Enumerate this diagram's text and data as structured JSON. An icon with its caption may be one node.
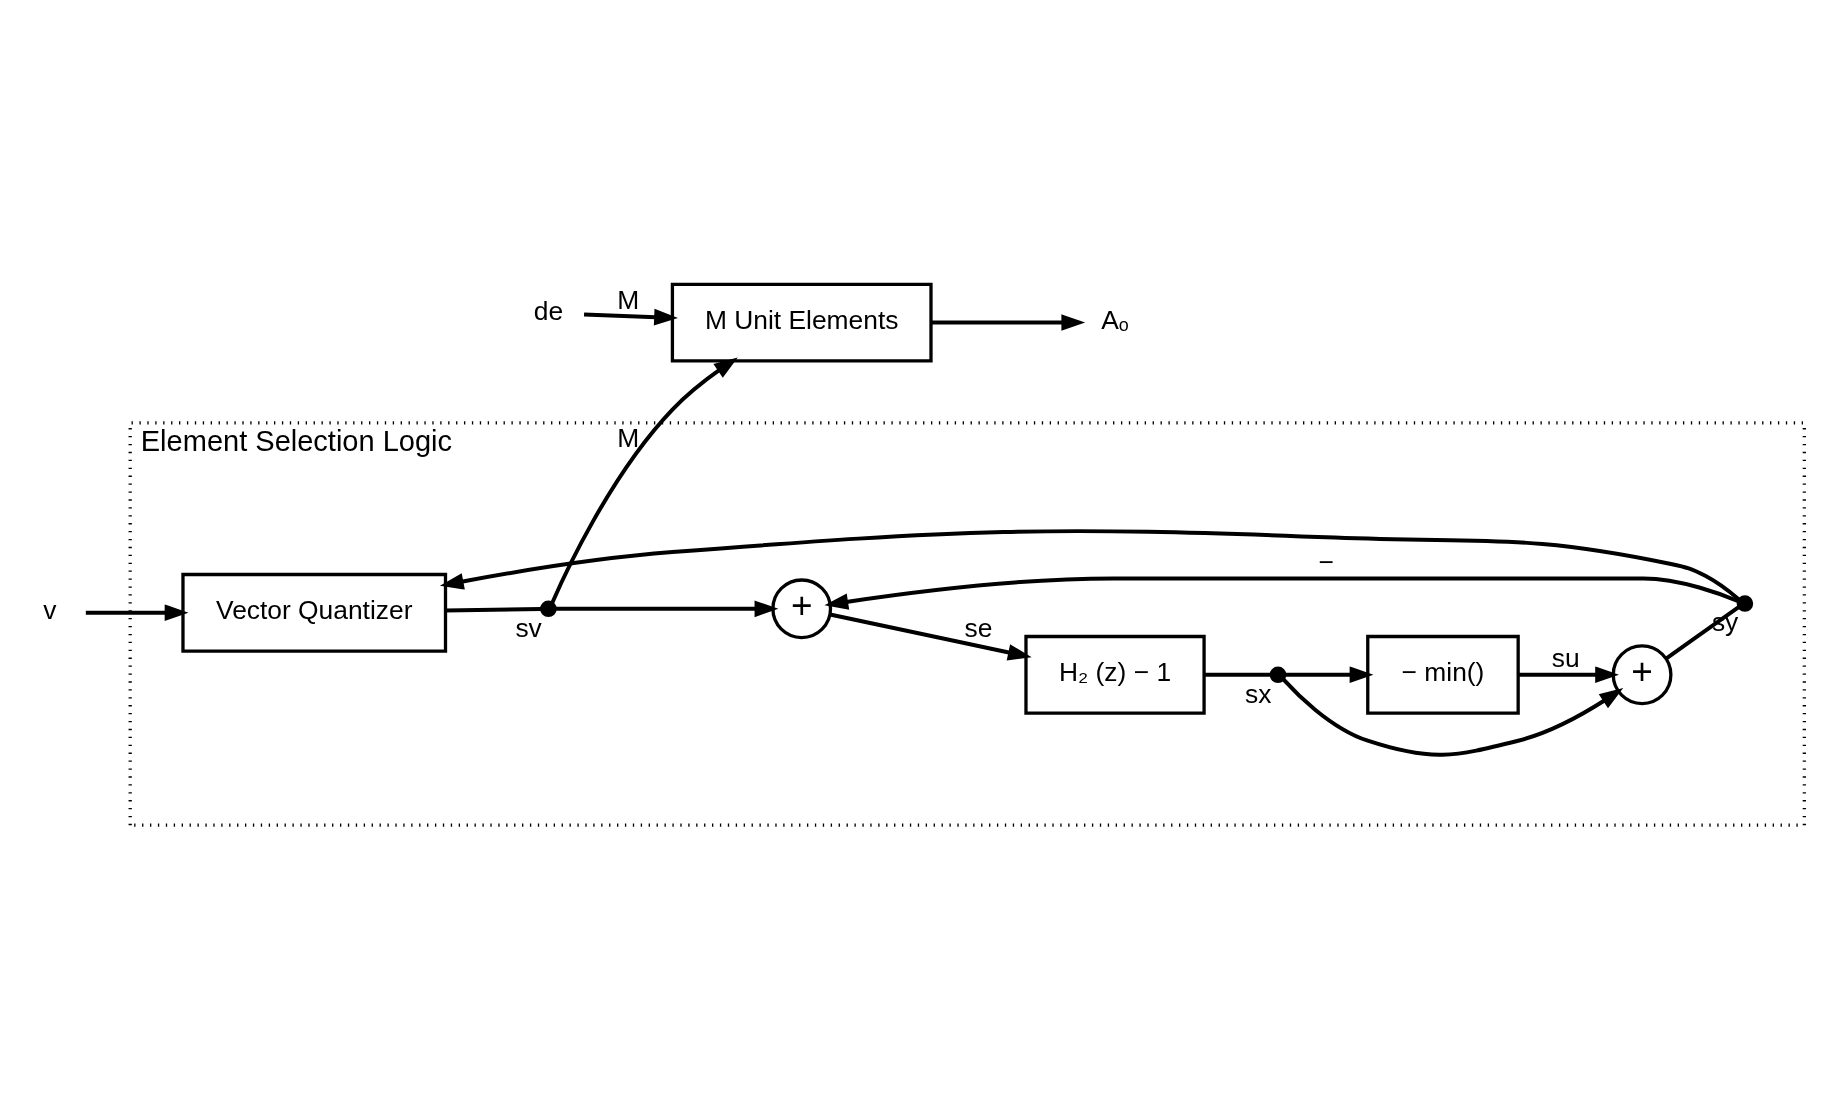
{
  "diagram": {
    "nodes": [
      {
        "text": [
          "Element Selection Logic"
        ]
      },
      {
        "text": [
          "Vector Quantizer"
        ],
        "in": 0
      },
      {
        "text": [
          "+"
        ],
        "in": 0
      },
      {
        "text": [
          "+"
        ],
        "in": 0
      },
      {
        "text": [
          "H₂ (z) − 1"
        ],
        "in": 0
      },
      {
        "text": [
          "− min()"
        ],
        "in": 0
      },
      {
        "text": [
          "M Unit Elements"
        ]
      },
      {
        "text": [],
        "shape": "circle",
        "in": 0,
        "beside": [
          "sy"
        ]
      },
      {
        "text": [],
        "shape": "circle",
        "in": 0,
        "beside": [
          "sv"
        ]
      },
      {
        "text": [],
        "shape": "circle",
        "in": 0,
        "beside": [
          "sx"
        ]
      },
      {
        "text": [
          "v"
        ]
      },
      {
        "text": [
          "de"
        ]
      },
      {
        "text": [
          "Aₒ"
        ]
      }
    ],
    "edges": [
      {
        "from": 10,
        "to": 1,
        "arrow": "to"
      },
      {
        "from": 2,
        "to": 7,
        "arrow": "none"
      },
      {
        "from": 7,
        "to": 1,
        "arrow": "to"
      },
      {
        "from": 7,
        "to": 3,
        "arrow": "to",
        "label": "−"
      },
      {
        "from": 1,
        "to": 8,
        "arrow": "none"
      },
      {
        "from": 8,
        "to": 3,
        "arrow": "to"
      },
      {
        "from": 8,
        "to": 6,
        "arrow": "to",
        "label": "M"
      },
      {
        "from": 3,
        "to": 4,
        "arrow": "to",
        "label": "se"
      },
      {
        "from": 4,
        "to": 9,
        "arrow": "none"
      },
      {
        "from": 9,
        "to": 5,
        "arrow": "to"
      },
      {
        "from": 9,
        "to": 2,
        "arrow": "to"
      },
      {
        "from": 5,
        "to": 2,
        "arrow": "to",
        "label": "su"
      },
      {
        "from": 11,
        "to": 6,
        "arrow": "to",
        "label": "M"
      },
      {
        "from": 6,
        "to": 12,
        "arrow": "to"
      }
    ]
  }
}
